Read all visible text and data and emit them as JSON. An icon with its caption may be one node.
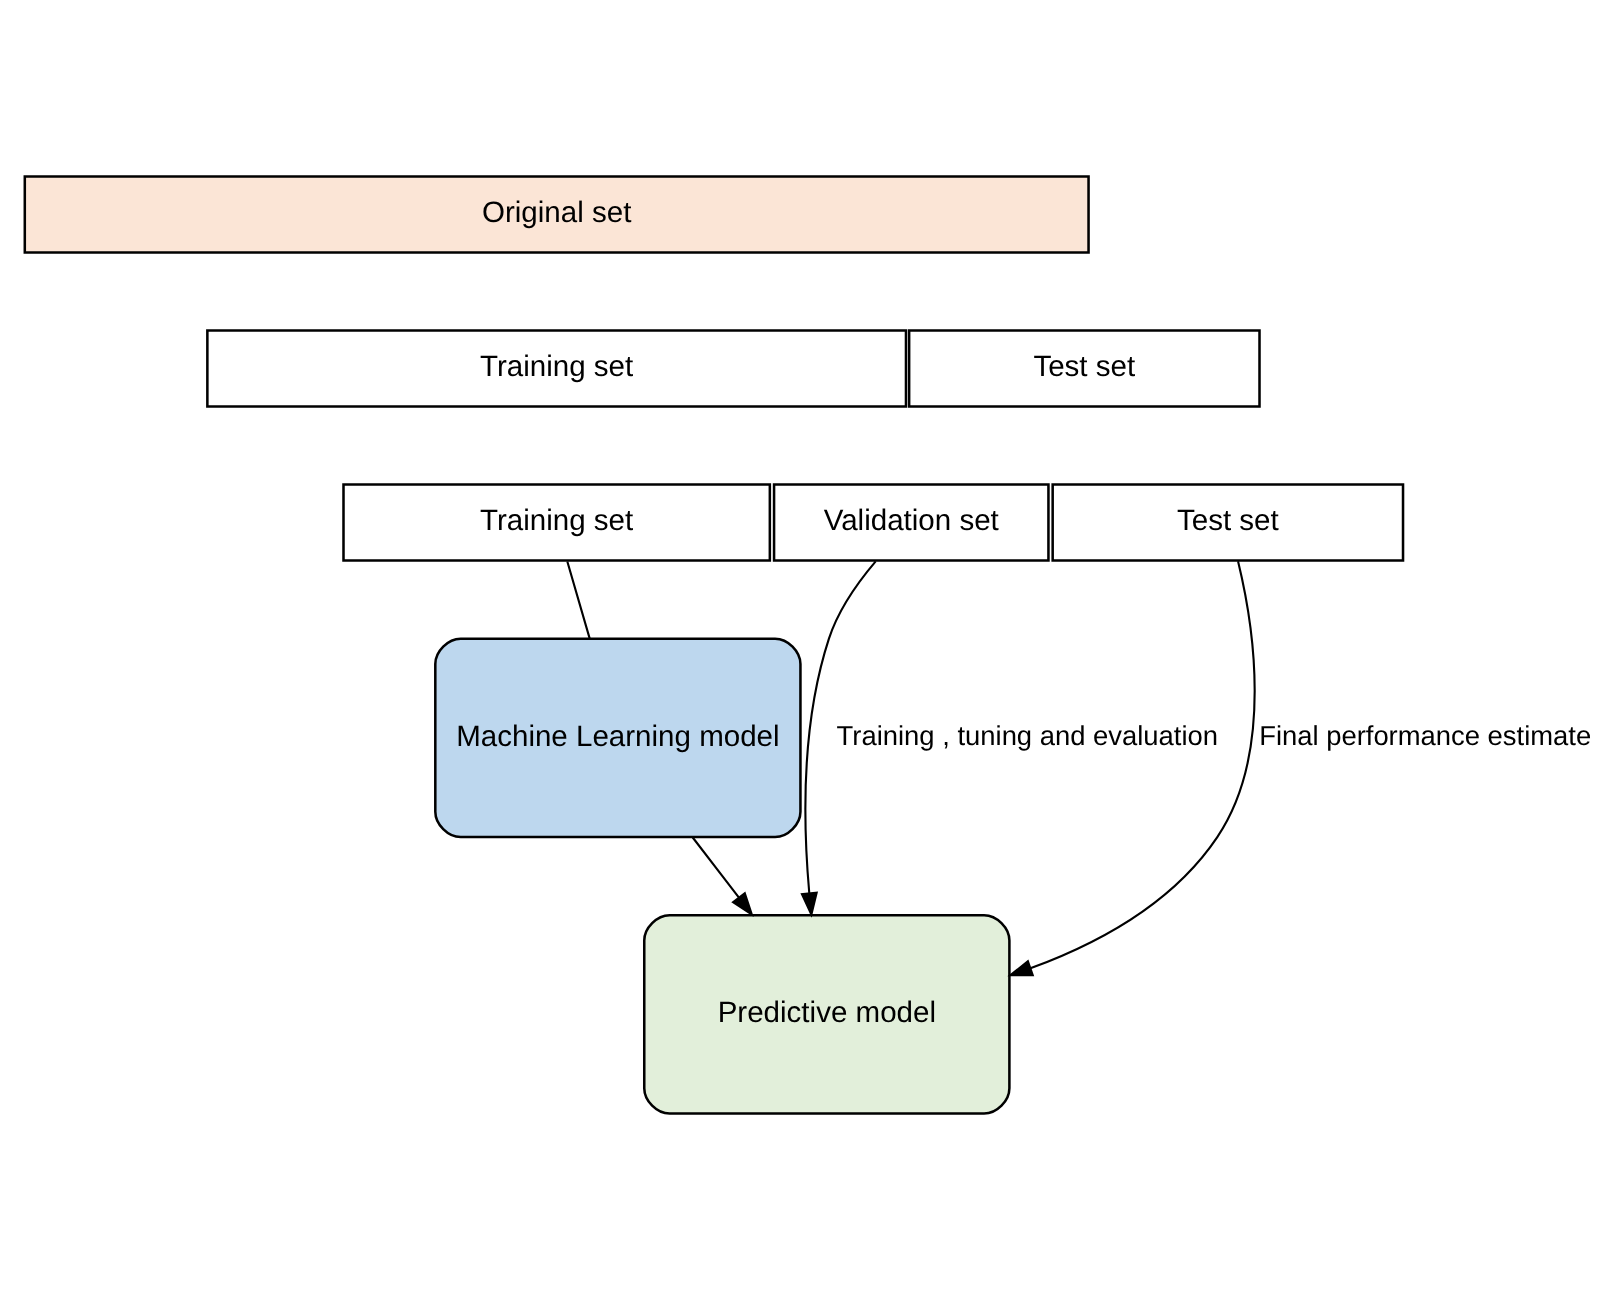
{
  "diagram": {
    "nodes": [
      {
        "text": [
          "Original set"
        ]
      },
      {
        "text": [
          "Training set"
        ]
      },
      {
        "text": [
          "Test set"
        ]
      },
      {
        "text": [
          "Training set"
        ]
      },
      {
        "text": [
          "Validation set"
        ]
      },
      {
        "text": [
          "Test set"
        ]
      },
      {
        "text": [
          "Machine Learning model"
        ]
      },
      {
        "text": [
          "Predictive model"
        ]
      }
    ],
    "edges": [
      {
        "from": 3,
        "to": 6,
        "arrow": "none"
      },
      {
        "from": 6,
        "to": 7,
        "arrow": "to"
      },
      {
        "from": 4,
        "to": 7,
        "arrow": "to",
        "label": "Training , tuning and evaluation"
      },
      {
        "from": 5,
        "to": 7,
        "arrow": "to",
        "label": "Final performance estimate"
      }
    ]
  }
}
